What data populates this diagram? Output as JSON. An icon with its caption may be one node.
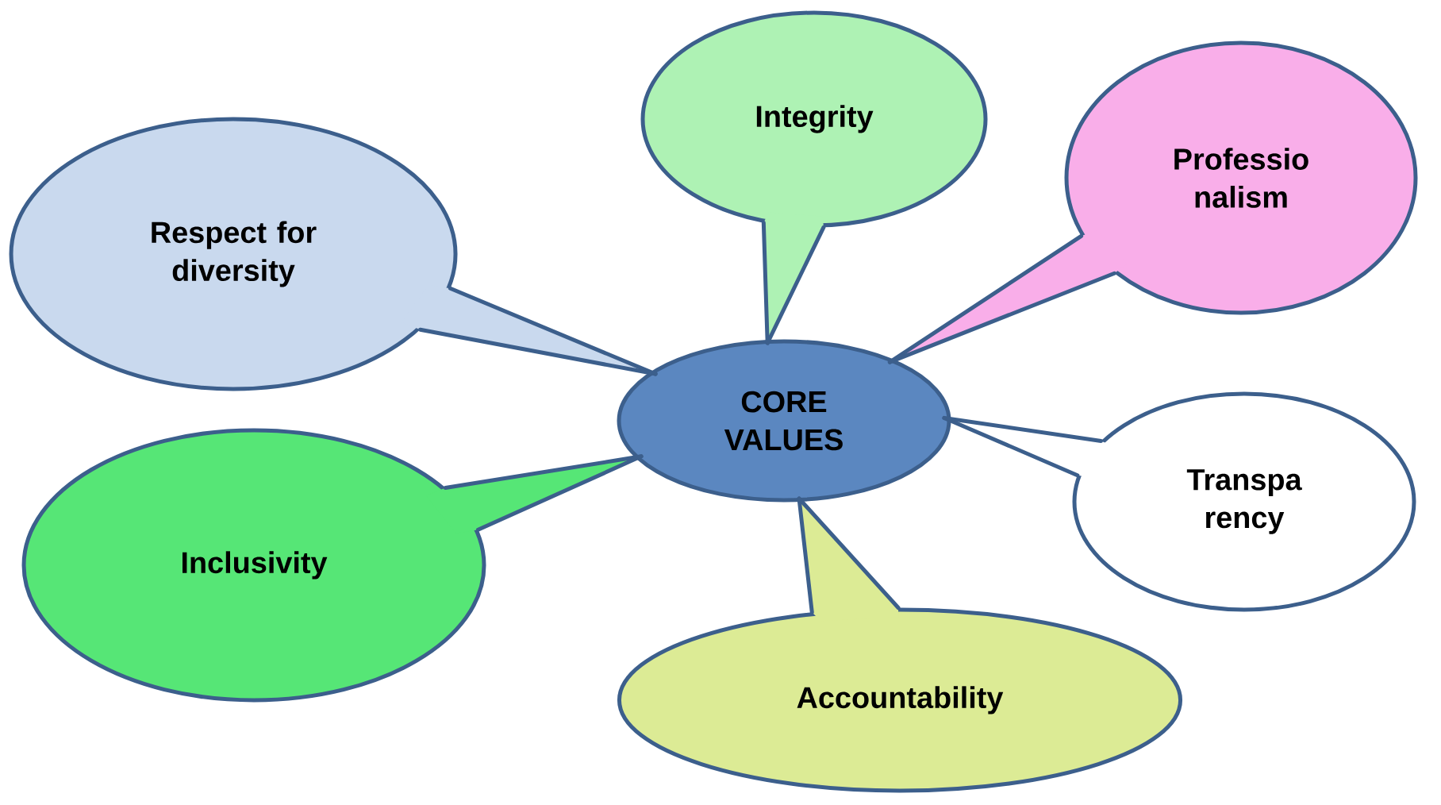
{
  "diagram": {
    "nodes": [
      {
        "text": [
          "CORE VALUES"
        ]
      },
      {
        "text": [
          "Respect for diversity"
        ]
      },
      {
        "text": [
          "Integrity"
        ]
      },
      {
        "text": [
          "Professio nalism"
        ]
      },
      {
        "text": [
          "Transpa rency"
        ]
      },
      {
        "text": [
          "Inclusivity"
        ]
      },
      {
        "text": [
          "Accountability"
        ]
      }
    ],
    "edges": [
      {
        "from": 1,
        "to": 0,
        "arrow": "none"
      },
      {
        "from": 2,
        "to": 0,
        "arrow": "none"
      },
      {
        "from": 3,
        "to": 0,
        "arrow": "none"
      },
      {
        "from": 4,
        "to": 0,
        "arrow": "none"
      },
      {
        "from": 5,
        "to": 0,
        "arrow": "none"
      },
      {
        "from": 6,
        "to": 0,
        "arrow": "none"
      }
    ]
  }
}
